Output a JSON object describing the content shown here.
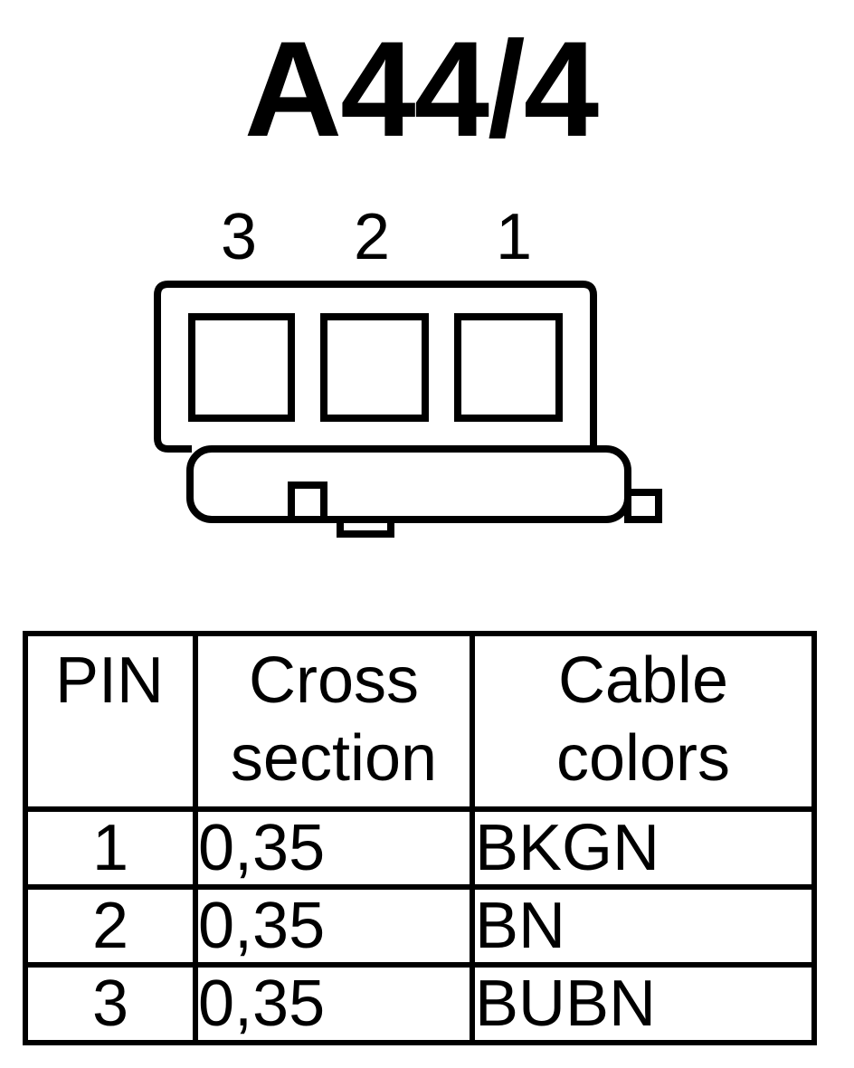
{
  "title": "A44/4",
  "connector": {
    "pin_numbers": [
      "3",
      "2",
      "1"
    ]
  },
  "table": {
    "headers": {
      "pin": "PIN",
      "cross_line1": "Cross",
      "cross_line2": "section",
      "color_line1": "Cable",
      "color_line2": "colors"
    },
    "rows": [
      {
        "pin": "1",
        "cross_section": "0,35",
        "color": "BKGN"
      },
      {
        "pin": "2",
        "cross_section": "0,35",
        "color": "BN"
      },
      {
        "pin": "3",
        "cross_section": "0,35",
        "color": "BUBN"
      }
    ]
  }
}
